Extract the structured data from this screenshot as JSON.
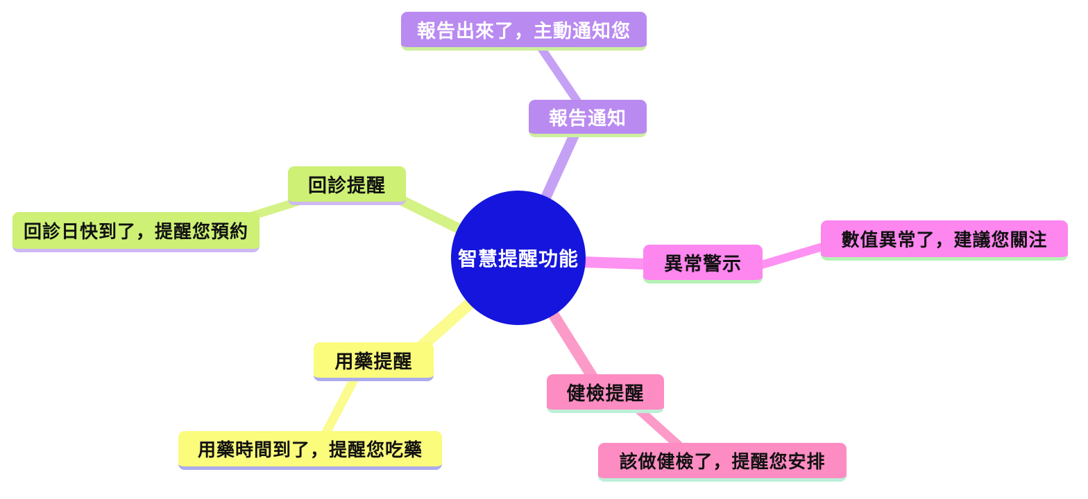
{
  "diagram": {
    "type": "mindmap",
    "background_color": "#ffffff",
    "center": {
      "label": "智慧提醒功能",
      "fill": "#1515DD",
      "text_color": "#ffffff"
    },
    "branches": [
      {
        "name": "report-notification",
        "line_color": "#C5A1F5",
        "node": {
          "label": "報告通知",
          "fill": "#B98AF0",
          "underline_color": "#CDEE9F",
          "text_color": "#ffffff"
        },
        "detail": {
          "label": "報告出來了，主動通知您",
          "fill": "#B98AF0",
          "underline_color": "#CDEE9F",
          "text_color": "#ffffff"
        }
      },
      {
        "name": "revisit-reminder",
        "line_color": "#D4F285",
        "node": {
          "label": "回診提醒",
          "fill": "#CDF075",
          "underline_color": "#CDB9F2",
          "text_color": "#111111"
        },
        "detail": {
          "label": "回診日快到了，提醒您預約",
          "fill": "#CDF075",
          "underline_color": "#CDB9F2",
          "text_color": "#111111"
        }
      },
      {
        "name": "abnormal-alert",
        "line_color": "#FD92F2",
        "node": {
          "label": "異常警示",
          "fill": "#FD86EF",
          "underline_color": "#B5F2B5",
          "text_color": "#111111"
        },
        "detail": {
          "label": "數值異常了，建議您關注",
          "fill": "#FD86EF",
          "underline_color": "#B5F2B5",
          "text_color": "#111111"
        }
      },
      {
        "name": "medication-reminder",
        "line_color": "#FBFB8E",
        "node": {
          "label": "用藥提醒",
          "fill": "#FBFB7C",
          "underline_color": "#ABACEC",
          "text_color": "#111111"
        },
        "detail": {
          "label": "用藥時間到了，提醒您吃藥",
          "fill": "#FBFB7C",
          "underline_color": "#ABACEC",
          "text_color": "#111111"
        }
      },
      {
        "name": "checkup-reminder",
        "line_color": "#FC9AC8",
        "node": {
          "label": "健檢提醒",
          "fill": "#FC8CC2",
          "underline_color": "#BDEFD8",
          "text_color": "#111111"
        },
        "detail": {
          "label": "該做健檢了，提醒您安排",
          "fill": "#FC8CC2",
          "underline_color": "#BDEFD8",
          "text_color": "#111111"
        }
      }
    ]
  }
}
